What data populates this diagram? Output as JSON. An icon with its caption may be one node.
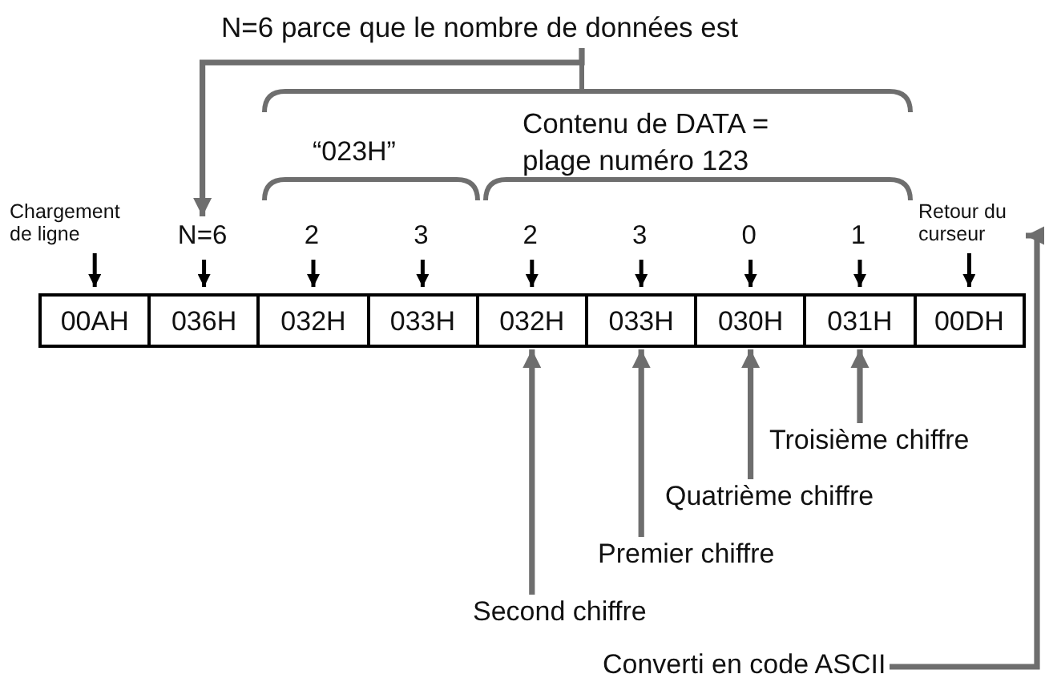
{
  "diagram": {
    "nodes": [
      {
        "text": [
          "N=6 parce que le nombre de données est"
        ]
      },
      {
        "text": [
          "Chargement de ligne"
        ]
      },
      {
        "text": [
          "N=6"
        ]
      },
      {
        "text": [
          "2"
        ]
      },
      {
        "text": [
          "3"
        ]
      },
      {
        "text": [
          "2"
        ]
      },
      {
        "text": [
          "3"
        ]
      },
      {
        "text": [
          "0"
        ]
      },
      {
        "text": [
          "1"
        ]
      },
      {
        "text": [
          "Retour du curseur"
        ]
      },
      {
        "text": [
          "00AH"
        ]
      },
      {
        "text": [
          "036H"
        ]
      },
      {
        "text": [
          "032H"
        ]
      },
      {
        "text": [
          "033H"
        ]
      },
      {
        "text": [
          "032H"
        ]
      },
      {
        "text": [
          "033H"
        ]
      },
      {
        "text": [
          "030H"
        ]
      },
      {
        "text": [
          "031H"
        ]
      },
      {
        "text": [
          "00DH"
        ]
      },
      {
        "text": [
          "Troisième chiffre"
        ]
      },
      {
        "text": [
          "Quatrième chiffre"
        ]
      },
      {
        "text": [
          "Premier chiffre"
        ]
      },
      {
        "text": [
          "Second chiffre"
        ]
      },
      {
        "text": [
          "Converti en code ASCII"
        ]
      }
    ],
    "edges": [
      {
        "from": 0,
        "to": 2,
        "arrow": "to",
        "color": "#6e6e6e"
      },
      {
        "from": 1,
        "to": 10,
        "arrow": "to"
      },
      {
        "from": 2,
        "to": 11,
        "arrow": "to"
      },
      {
        "from": 3,
        "to": 12,
        "arrow": "to"
      },
      {
        "from": 4,
        "to": 13,
        "arrow": "to"
      },
      {
        "from": 5,
        "to": 14,
        "arrow": "to"
      },
      {
        "from": 6,
        "to": 15,
        "arrow": "to"
      },
      {
        "from": 7,
        "to": 16,
        "arrow": "to"
      },
      {
        "from": 8,
        "to": 17,
        "arrow": "to"
      },
      {
        "from": 9,
        "to": 18,
        "arrow": "to"
      },
      {
        "from": 19,
        "to": 17,
        "arrow": "to",
        "color": "#6e6e6e"
      },
      {
        "from": 20,
        "to": 16,
        "arrow": "to",
        "color": "#6e6e6e"
      },
      {
        "from": 21,
        "to": 15,
        "arrow": "to",
        "color": "#6e6e6e"
      },
      {
        "from": 22,
        "to": 14,
        "arrow": "to",
        "color": "#6e6e6e"
      },
      {
        "from": 23,
        "to": 9,
        "arrow": "to",
        "color": "#6e6e6e"
      }
    ],
    "labels": [
      "Contenu de DATA = plage numéro 123",
      "“023H”"
    ]
  }
}
